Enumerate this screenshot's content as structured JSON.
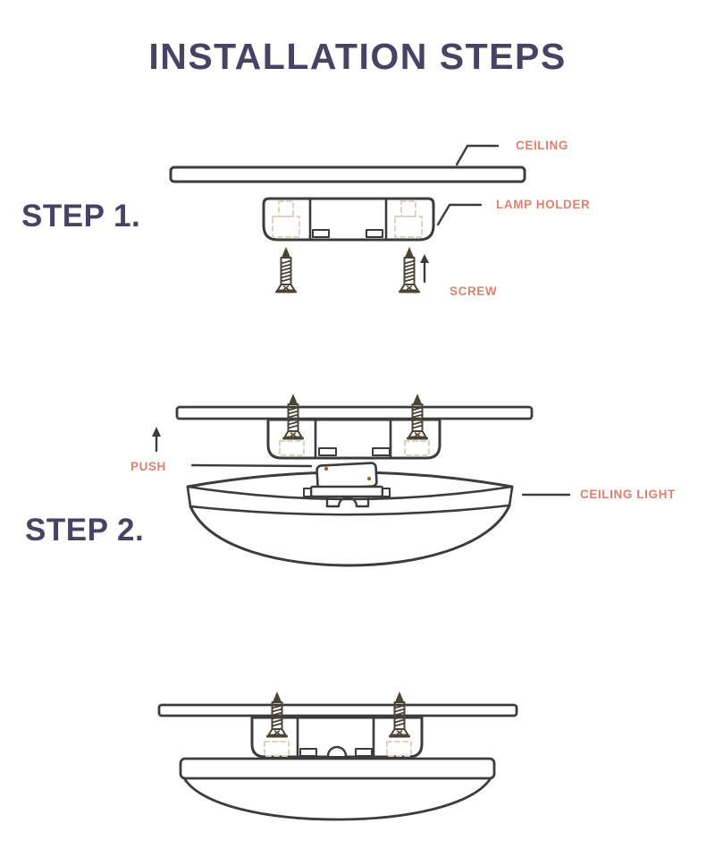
{
  "title": "INSTALLATION STEPS",
  "colors": {
    "background": "#ffffff",
    "heading": "#474365",
    "label": "#e0806e",
    "line": "#3d3c3c",
    "screw": "#4d4435",
    "dashed_hint": "#dbd3c3",
    "connector_dot": "#a06a2e"
  },
  "step1": {
    "label": "STEP 1.",
    "annotations": {
      "ceiling": "CEILING",
      "lamp_holder": "LAMP HOLDER",
      "screw": "SCREW"
    }
  },
  "step2": {
    "label": "STEP 2.",
    "annotations": {
      "push": "PUSH",
      "ceiling_light": "CEILING LIGHT"
    }
  }
}
